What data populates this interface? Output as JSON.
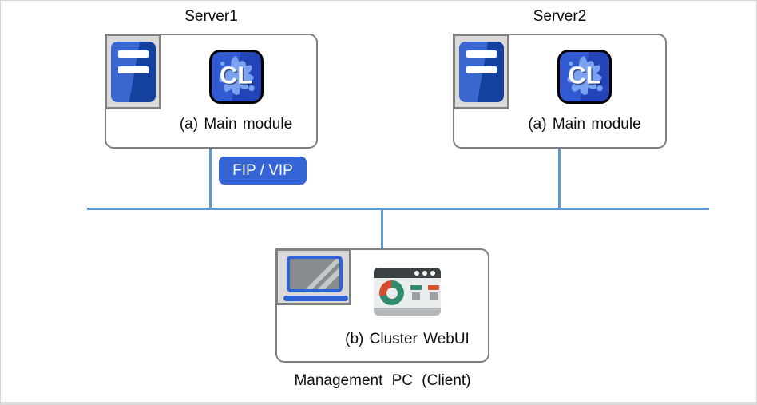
{
  "nodes": {
    "server1": {
      "title": "Server1",
      "label": "(a) Main module",
      "logo_text": "CL",
      "icons": {
        "frame": "server-tower-icon",
        "logo": "cluster-logo-icon"
      }
    },
    "server2": {
      "title": "Server2",
      "label": "(a) Main module",
      "logo_text": "CL",
      "icons": {
        "frame": "server-tower-icon",
        "logo": "cluster-logo-icon"
      }
    },
    "management_pc": {
      "caption": "Management PC (Client)",
      "label": "(b) Cluster WebUI",
      "icons": {
        "frame": "laptop-icon",
        "logo": "webui-browser-icon"
      }
    }
  },
  "badge": {
    "label": "FIP / VIP",
    "bg": "#3565d4",
    "text_color": "#ffffff"
  },
  "network": {
    "line_color": "#5b9bd5"
  },
  "colors": {
    "box_border": "#7f7f7f",
    "icon_frame_bg": "#d9d9d9",
    "icon_frame_border": "#7f7f7f",
    "tower_blue_light": "#3a67cf",
    "tower_blue_dark": "#15419e",
    "cl_logo_blue_light": "#3159d1",
    "cl_logo_blue_dark": "#2344b8",
    "cl_splash_blue": "#7ba2f0",
    "laptop_blue": "#2e63d8",
    "browser_titlebar": "#3a3f42",
    "browser_body": "#e9edee",
    "browser_footer": "#b5b9bc",
    "chart_teal": "#2f8c6f",
    "chart_red": "#d24b2f"
  }
}
